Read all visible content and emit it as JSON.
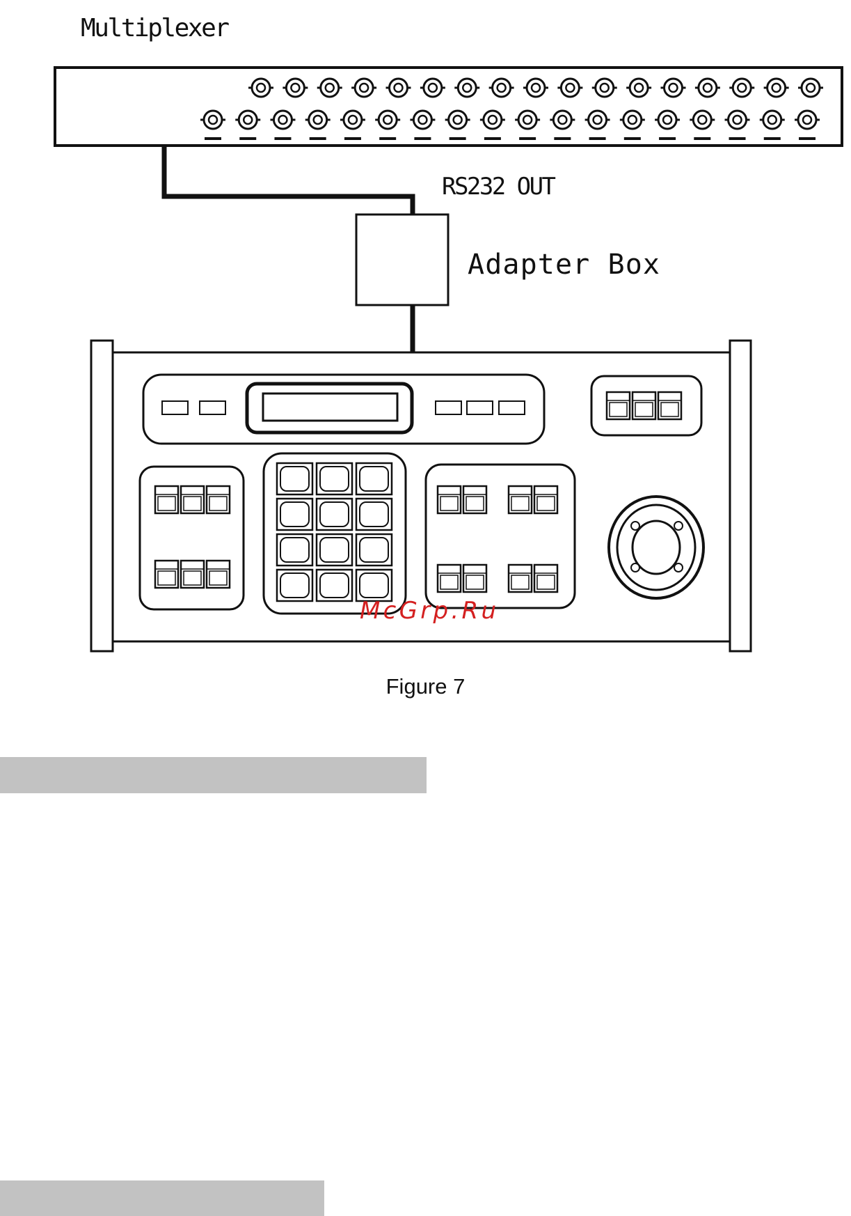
{
  "figure": {
    "multiplexer_label": "Multiplexer",
    "rs232_label": "RS232 OUT",
    "adapter_label": "Adapter Box",
    "watermark": "McGrp.Ru",
    "caption": "Figure 7"
  },
  "colors": {
    "line": "#111111",
    "watermark": "#d42020",
    "section_bar": "#c2c2c2"
  },
  "multiplexer": {
    "top_row_connectors": 17,
    "bottom_row_connectors": 18
  },
  "keyboard": {
    "numeric_keys": 12,
    "joystick": "joystick-icon"
  },
  "section_bars": 2
}
